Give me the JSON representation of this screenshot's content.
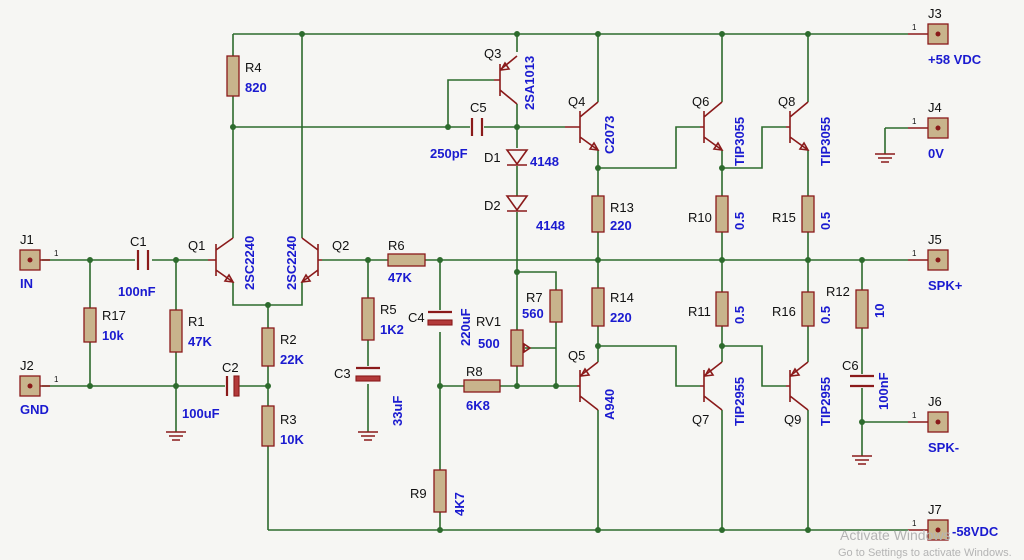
{
  "connectors": [
    {
      "ref": "J1",
      "name": "IN",
      "pin": "1"
    },
    {
      "ref": "J2",
      "name": "GND",
      "pin": "1"
    },
    {
      "ref": "J3",
      "name": "+58 VDC",
      "pin": "1"
    },
    {
      "ref": "J4",
      "name": "0V",
      "pin": "1"
    },
    {
      "ref": "J5",
      "name": "SPK+",
      "pin": "1"
    },
    {
      "ref": "J6",
      "name": "SPK-",
      "pin": "1"
    },
    {
      "ref": "J7",
      "name": "-58VDC",
      "pin": "1"
    }
  ],
  "resistors": [
    {
      "ref": "R1",
      "value": "47K"
    },
    {
      "ref": "R2",
      "value": "22K"
    },
    {
      "ref": "R3",
      "value": "10K"
    },
    {
      "ref": "R4",
      "value": "820"
    },
    {
      "ref": "R5",
      "value": "1K2"
    },
    {
      "ref": "R6",
      "value": "47K"
    },
    {
      "ref": "R7",
      "value": "560"
    },
    {
      "ref": "R8",
      "value": "6K8"
    },
    {
      "ref": "R9",
      "value": "4K7"
    },
    {
      "ref": "R10",
      "value": "0.5"
    },
    {
      "ref": "R11",
      "value": "0.5"
    },
    {
      "ref": "R12",
      "value": "10"
    },
    {
      "ref": "R13",
      "value": "220"
    },
    {
      "ref": "R14",
      "value": "220"
    },
    {
      "ref": "R15",
      "value": "0.5"
    },
    {
      "ref": "R16",
      "value": "0.5"
    },
    {
      "ref": "R17",
      "value": "10k"
    }
  ],
  "capacitors": [
    {
      "ref": "C1",
      "value": "100nF"
    },
    {
      "ref": "C2",
      "value": "100uF"
    },
    {
      "ref": "C3",
      "value": "33uF"
    },
    {
      "ref": "C4",
      "value": "220uF"
    },
    {
      "ref": "C5",
      "value": "250pF"
    },
    {
      "ref": "C6",
      "value": "100nF"
    }
  ],
  "transistors": [
    {
      "ref": "Q1",
      "part": "2SC2240"
    },
    {
      "ref": "Q2",
      "part": "2SC2240"
    },
    {
      "ref": "Q3",
      "part": "2SA1013"
    },
    {
      "ref": "Q4",
      "part": "C2073"
    },
    {
      "ref": "Q5",
      "part": "A940"
    },
    {
      "ref": "Q6",
      "part": "TIP3055"
    },
    {
      "ref": "Q7",
      "part": "TIP2955"
    },
    {
      "ref": "Q8",
      "part": "TIP3055"
    },
    {
      "ref": "Q9",
      "part": "TIP2955"
    }
  ],
  "diodes": [
    {
      "ref": "D1",
      "part": "4148"
    },
    {
      "ref": "D2",
      "part": "4148"
    }
  ],
  "pot": {
    "ref": "RV1",
    "value": "500"
  },
  "watermark": {
    "line1": "Activate Windows",
    "line2": "Go to Settings to activate Windows."
  }
}
